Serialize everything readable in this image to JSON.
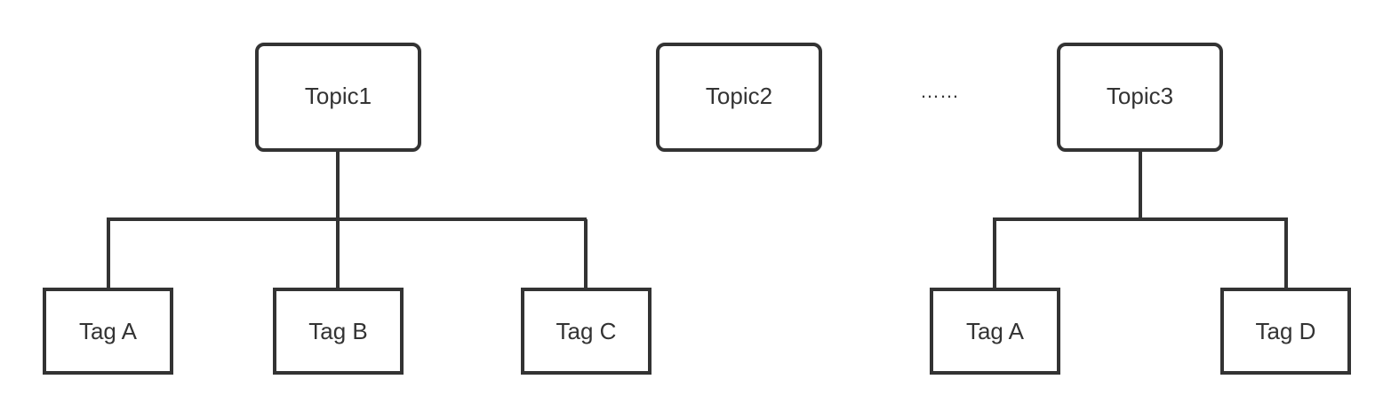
{
  "topics": [
    {
      "label": "Topic1"
    },
    {
      "label": "Topic2"
    },
    {
      "label": "Topic3"
    }
  ],
  "ellipsis": "……",
  "topic1_tags": [
    {
      "label": "Tag A"
    },
    {
      "label": "Tag B"
    },
    {
      "label": "Tag C"
    }
  ],
  "topic3_tags": [
    {
      "label": "Tag A"
    },
    {
      "label": "Tag D"
    }
  ],
  "colors": {
    "stroke": "#333333",
    "fill": "#ffffff",
    "text": "#333333"
  }
}
